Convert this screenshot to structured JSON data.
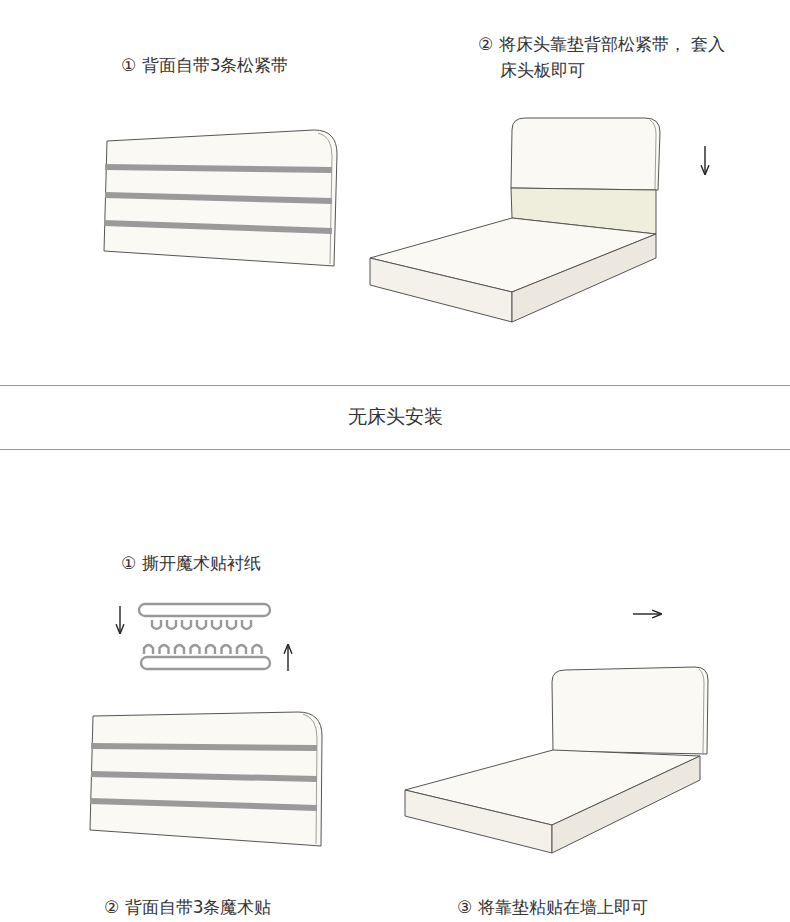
{
  "diagram": {
    "labels": [
      "① 背面自带3条松紧带",
      "② 将床头靠垫背部松紧带， 套入床头板即可",
      "无床头安装",
      "① 撕开魔术贴衬纸",
      "② 背面自带3条魔术贴",
      "③ 将靠垫粘贴在墙上即可"
    ]
  }
}
